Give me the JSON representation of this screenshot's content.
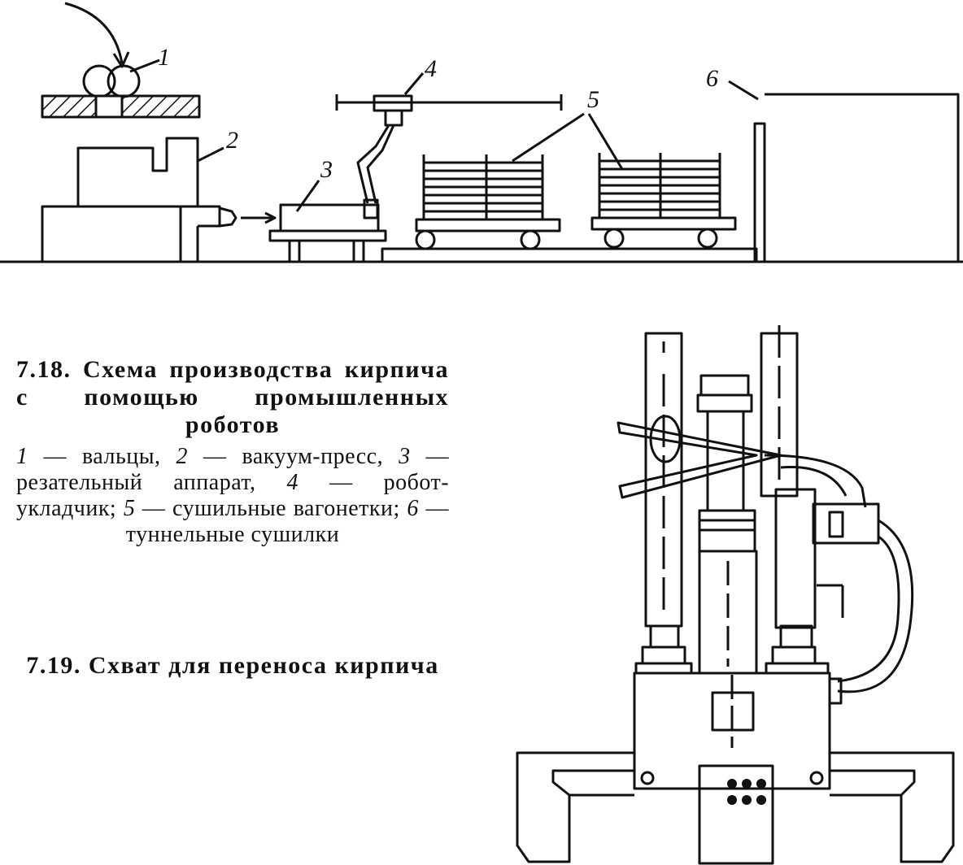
{
  "figure_718": {
    "labels": [
      "1",
      "2",
      "3",
      "4",
      "5",
      "6"
    ]
  },
  "caption_718": {
    "title": "7.18. Схема производства кирпича с помощью промышленных роботов",
    "legend": [
      {
        "num": "1",
        "text": "— вальцы,"
      },
      {
        "num": "2",
        "text": "— вакуум-пресс,"
      },
      {
        "num": "3",
        "text": "— резательный аппарат,"
      },
      {
        "num": "4",
        "text": "— робот-укладчик;"
      },
      {
        "num": "5",
        "text": "— сушильные вагонетки;"
      },
      {
        "num": "6",
        "text": "— туннельные сушилки"
      }
    ]
  },
  "caption_719": {
    "title": "7.19. Схват для переноса кирпича"
  }
}
